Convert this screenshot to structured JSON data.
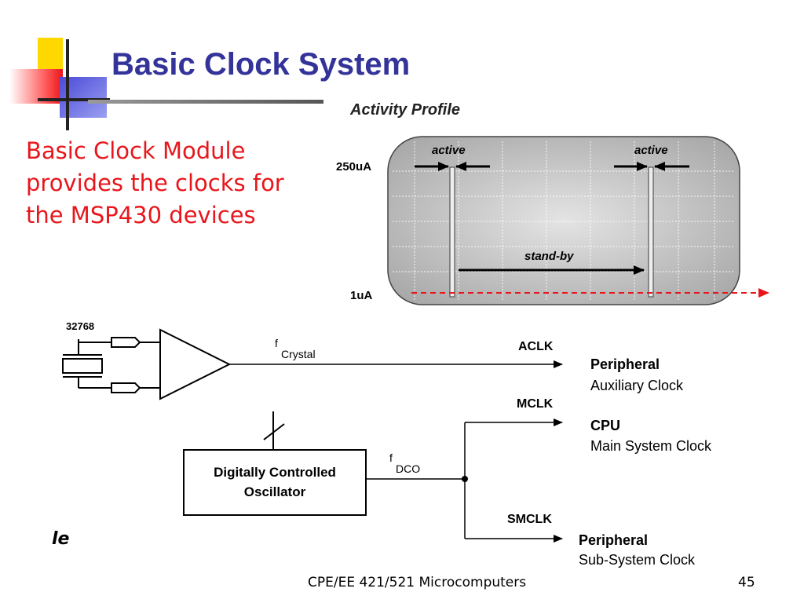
{
  "slide": {
    "title": "Basic Clock System",
    "bullet": "Basic Clock Module provides the clocks for the MSP430 devices",
    "footer": "CPE/EE 421/521 Microcomputers",
    "page_number": "45",
    "partial_text": "le"
  },
  "activity_profile": {
    "title": "Activity Profile",
    "label_high": "250uA",
    "label_low": "1uA",
    "active_left": "active",
    "active_right": "active",
    "standby": "stand-by"
  },
  "clock_diagram": {
    "crystal_label": "32768",
    "fcrystal_f": "f",
    "fcrystal_sub": "Crystal",
    "fdco_f": "f",
    "fdco_sub": "DCO",
    "dco_line1": "Digitally Controlled",
    "dco_line2": "Oscillator",
    "aclk": "ACLK",
    "mclk": "MCLK",
    "smclk": "SMCLK",
    "aclk_dest_title": "Peripheral",
    "aclk_dest_sub": "Auxiliary Clock",
    "mclk_dest_title": "CPU",
    "mclk_dest_sub": "Main System Clock",
    "smclk_dest_title": "Peripheral",
    "smclk_dest_sub": "Sub-System Clock"
  },
  "colors": {
    "title": "#33339a",
    "bullet": "#e8161c",
    "standby_dash": "#e8161c"
  }
}
